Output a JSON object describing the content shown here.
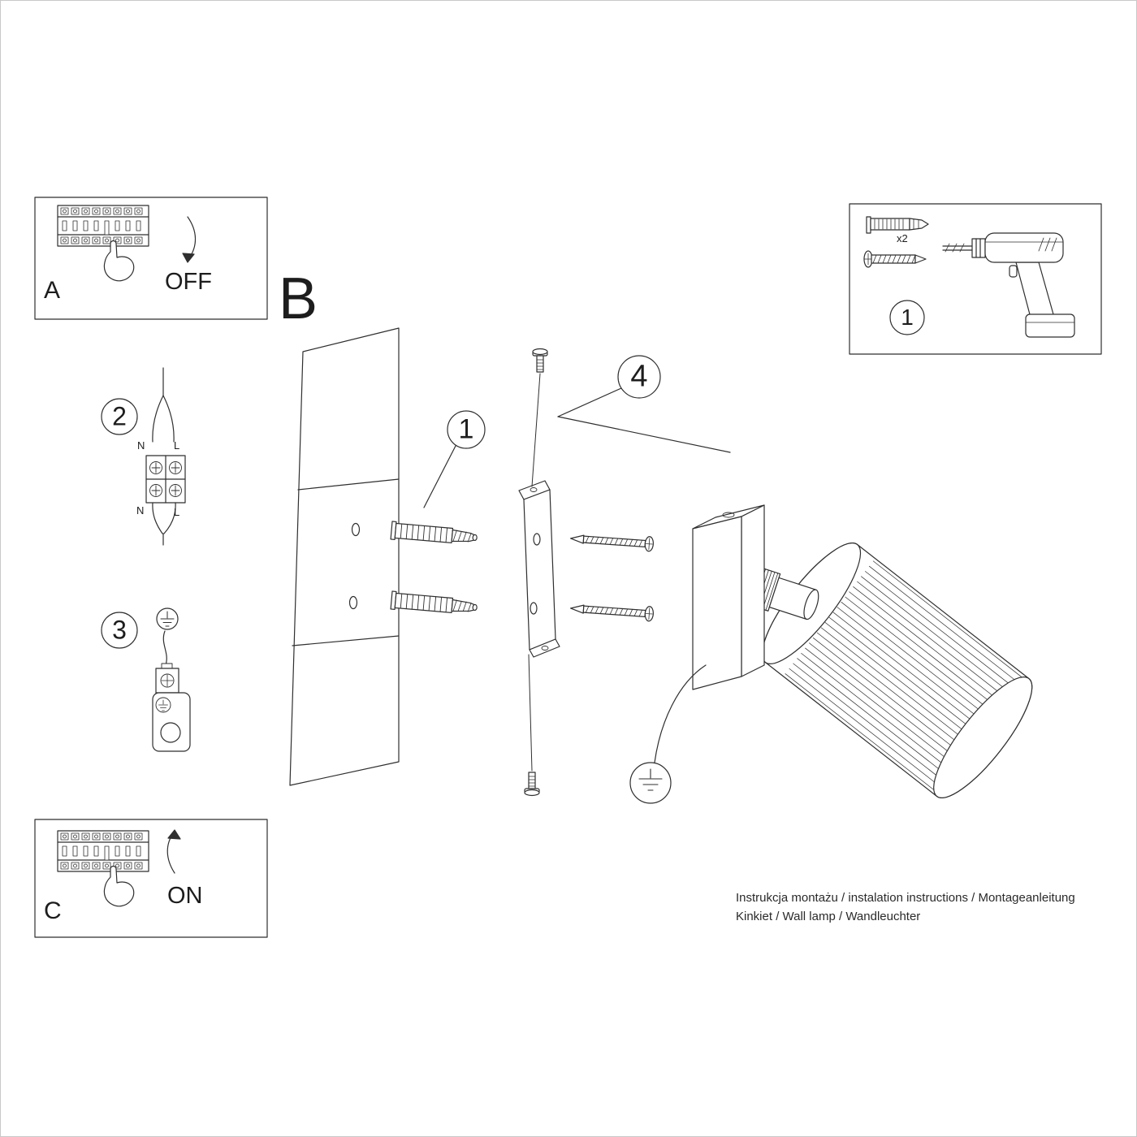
{
  "main": {
    "section_letter": "B",
    "callout_anchors": "1",
    "callout_screws": "4"
  },
  "power_off": {
    "label": "A",
    "state": "OFF"
  },
  "power_on": {
    "label": "C",
    "state": "ON"
  },
  "wiring": {
    "step_number": "2",
    "n_top": "N",
    "l_top": "L",
    "n_bottom": "N",
    "l_bottom": "L"
  },
  "grounding": {
    "step_number": "3"
  },
  "tools": {
    "step_number": "1",
    "anchor_count": "x2"
  },
  "footer": {
    "line1": "Instrukcja montażu / instalation instructions / Montageanleitung",
    "line2": "Kinkiet / Wall lamp / Wandleuchter"
  },
  "colors": {
    "line": "#2f2f2f",
    "background": "#ffffff"
  }
}
